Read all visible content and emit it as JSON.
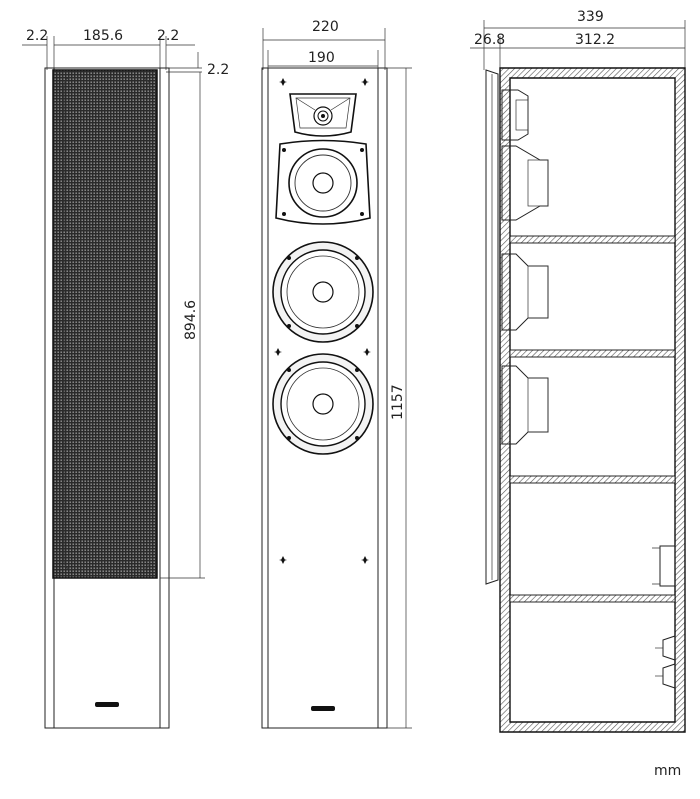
{
  "dimensions": {
    "grille_frame_left": "2.2",
    "grille_width": "185.6",
    "grille_frame_right": "2.2",
    "grille_frame_top": "2.2",
    "grille_height": "894.6",
    "total_width": "220",
    "baffle_width": "190",
    "total_height": "1157",
    "total_depth": "339",
    "grille_depth": "26.8",
    "cabinet_depth": "312.2"
  },
  "unit": "mm",
  "colors": {
    "line": "#222222",
    "mesh_dark": "#1a1a1a",
    "hatch": "#555555"
  }
}
